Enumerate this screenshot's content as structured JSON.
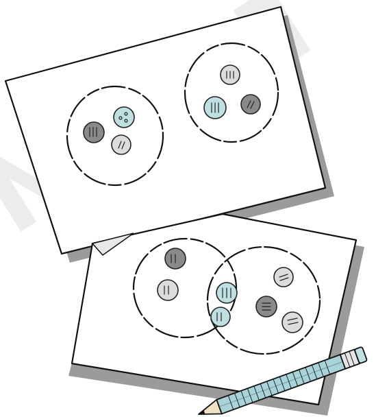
{
  "watermark": {
    "text": "NCERT"
  },
  "colors": {
    "button_light_blue": "#bfdfe3",
    "button_light_grey": "#dcdcdc",
    "button_dark_grey": "#8a8a8a",
    "pencil_body": "#a9d3d8",
    "pencil_band": "#e6e6e6",
    "paper_shadow": "#9b9b9b"
  },
  "sheets": [
    {
      "name": "top-sheet",
      "description_groups": [
        {
          "group": "left-set",
          "buttons": [
            "dark-grey",
            "light-blue",
            "light-grey"
          ]
        },
        {
          "group": "right-set",
          "buttons": [
            "light-grey",
            "light-blue",
            "dark-grey"
          ]
        }
      ]
    },
    {
      "name": "bottom-sheet",
      "description_groups": [
        {
          "group": "left-only",
          "buttons": [
            "dark-grey",
            "light-grey"
          ]
        },
        {
          "group": "overlap",
          "buttons": [
            "light-blue",
            "light-blue"
          ]
        },
        {
          "group": "right-only",
          "buttons": [
            "light-grey",
            "dark-grey",
            "light-grey"
          ]
        }
      ]
    }
  ],
  "pencil": {
    "icon": "pencil-icon"
  }
}
